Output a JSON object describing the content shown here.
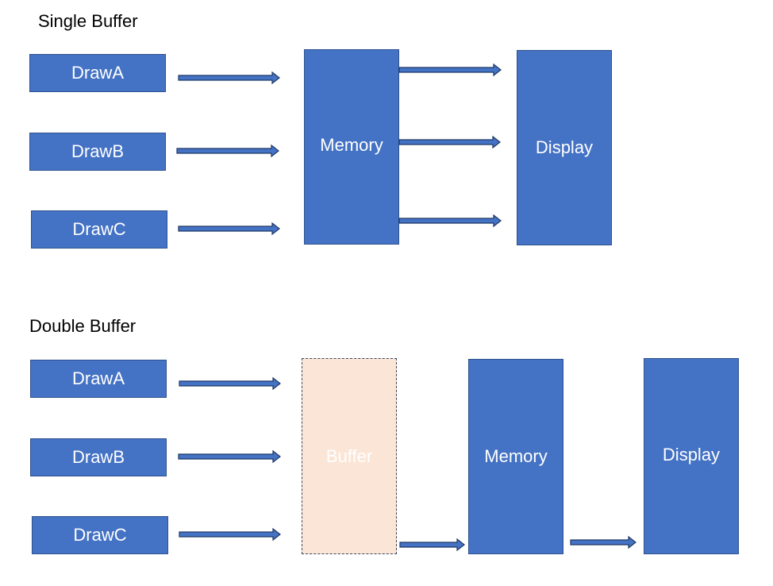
{
  "single": {
    "title": "Single Buffer",
    "draw_a": "DrawA",
    "draw_b": "DrawB",
    "draw_c": "DrawC",
    "memory": "Memory",
    "display": "Display"
  },
  "double": {
    "title": "Double Buffer",
    "draw_a": "DrawA",
    "draw_b": "DrawB",
    "draw_c": "DrawC",
    "buffer": "Buffer",
    "memory": "Memory",
    "display": "Display"
  },
  "colors": {
    "box_fill": "#4472C4",
    "box_border": "#2F528F",
    "buffer_fill": "#FBE5D6"
  }
}
